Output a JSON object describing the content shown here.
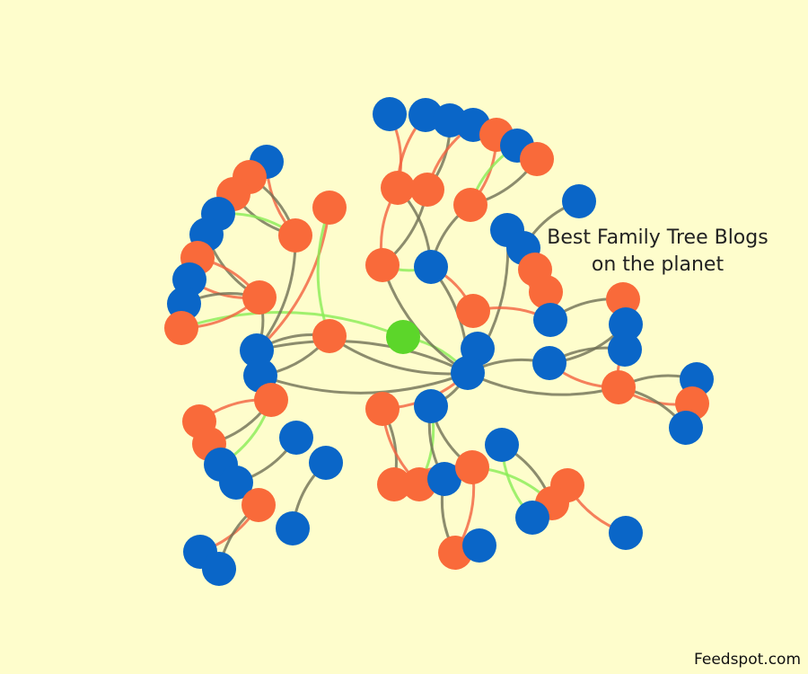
{
  "title": "Best Family Tree Blogs on the planet",
  "credit": "Feedspot.com",
  "colors": {
    "background": "#fefdcc",
    "blue": "#0a66c8",
    "orange": "#f96a3a",
    "green": "#5cd62a",
    "edge_gray": "#6f6f55",
    "edge_red": "#f2603f",
    "edge_green": "#88ec55"
  },
  "nodes": [
    "G",
    "B",
    "B",
    "B",
    "B",
    "O",
    "B",
    "O",
    "O",
    "O",
    "O",
    "O",
    "B",
    "B",
    "B",
    "B",
    "O",
    "O",
    "O",
    "B",
    "O",
    "B",
    "B",
    "B",
    "B",
    "B",
    "O",
    "B",
    "O",
    "B",
    "B",
    "O",
    "O",
    "B",
    "B",
    "O",
    "O",
    "O",
    "B",
    "B",
    "O",
    "O",
    "O",
    "B",
    "B",
    "O",
    "O",
    "O",
    "B",
    "B",
    "B",
    "B",
    "O",
    "B",
    "B",
    "B",
    "O",
    "B",
    "B",
    "O",
    "O",
    "B",
    "O",
    "O",
    "O",
    "B",
    "B",
    "O",
    "B"
  ],
  "edges": [
    [
      0,
      25,
      "green"
    ],
    [
      0,
      40,
      "green"
    ],
    [
      25,
      11,
      "gray"
    ],
    [
      25,
      12,
      "gray"
    ],
    [
      25,
      42,
      "gray"
    ],
    [
      25,
      43,
      "gray"
    ],
    [
      25,
      44,
      "gray"
    ],
    [
      25,
      23,
      "gray"
    ],
    [
      25,
      24,
      "gray"
    ],
    [
      25,
      26,
      "gray"
    ],
    [
      25,
      57,
      "gray"
    ],
    [
      25,
      14,
      "gray"
    ],
    [
      1,
      8,
      "red"
    ],
    [
      2,
      8,
      "red"
    ],
    [
      3,
      9,
      "gray"
    ],
    [
      4,
      9,
      "red"
    ],
    [
      5,
      10,
      "red"
    ],
    [
      6,
      10,
      "green"
    ],
    [
      7,
      10,
      "gray"
    ],
    [
      8,
      11,
      "red"
    ],
    [
      9,
      11,
      "gray"
    ],
    [
      10,
      12,
      "gray"
    ],
    [
      8,
      12,
      "gray"
    ],
    [
      11,
      12,
      "green"
    ],
    [
      12,
      18,
      "red"
    ],
    [
      13,
      15,
      "gray"
    ],
    [
      14,
      16,
      "gray"
    ],
    [
      15,
      19,
      "red"
    ],
    [
      16,
      19,
      "red"
    ],
    [
      17,
      19,
      "gray"
    ],
    [
      18,
      19,
      "red"
    ],
    [
      20,
      19,
      "gray"
    ],
    [
      21,
      24,
      "gray"
    ],
    [
      22,
      24,
      "gray"
    ],
    [
      26,
      24,
      "red"
    ],
    [
      27,
      26,
      "gray"
    ],
    [
      28,
      26,
      "red"
    ],
    [
      29,
      26,
      "gray"
    ],
    [
      26,
      22,
      "red"
    ],
    [
      30,
      37,
      "red"
    ],
    [
      31,
      37,
      "gray"
    ],
    [
      32,
      37,
      "gray"
    ],
    [
      33,
      37,
      "green"
    ],
    [
      34,
      41,
      "gray"
    ],
    [
      35,
      41,
      "red"
    ],
    [
      38,
      41,
      "red"
    ],
    [
      39,
      41,
      "gray"
    ],
    [
      40,
      41,
      "red"
    ],
    [
      36,
      43,
      "red"
    ],
    [
      36,
      42,
      "green"
    ],
    [
      41,
      43,
      "gray"
    ],
    [
      42,
      43,
      "gray"
    ],
    [
      37,
      43,
      "gray"
    ],
    [
      44,
      45,
      "red"
    ],
    [
      46,
      45,
      "red"
    ],
    [
      47,
      45,
      "gray"
    ],
    [
      48,
      52,
      "gray"
    ],
    [
      49,
      52,
      "red"
    ],
    [
      50,
      49,
      "gray"
    ],
    [
      51,
      53,
      "gray"
    ],
    [
      52,
      54,
      "red"
    ],
    [
      52,
      55,
      "gray"
    ],
    [
      45,
      48,
      "green"
    ],
    [
      44,
      42,
      "gray"
    ],
    [
      56,
      59,
      "gray"
    ],
    [
      56,
      60,
      "red"
    ],
    [
      57,
      60,
      "green"
    ],
    [
      57,
      61,
      "gray"
    ],
    [
      58,
      64,
      "gray"
    ],
    [
      58,
      65,
      "green"
    ],
    [
      59,
      62,
      "red"
    ],
    [
      61,
      67,
      "gray"
    ],
    [
      62,
      67,
      "red"
    ],
    [
      63,
      66,
      "red"
    ],
    [
      63,
      65,
      "gray"
    ],
    [
      64,
      62,
      "green"
    ],
    [
      67,
      68,
      "red"
    ],
    [
      56,
      25,
      "red"
    ],
    [
      62,
      57,
      "gray"
    ]
  ]
}
